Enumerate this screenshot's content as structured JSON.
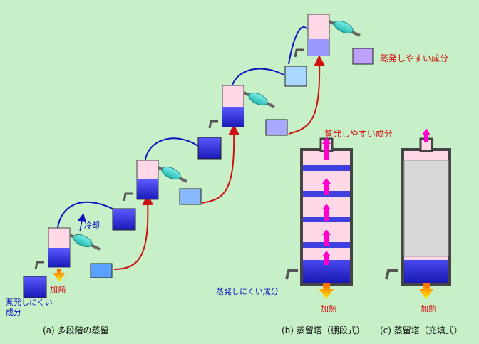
{
  "labels": {
    "volatile": "蒸発しやすい成分",
    "nonvolatile": "蒸発しにくい成分",
    "nonvolatile_line1": "蒸発しにくい",
    "nonvolatile_line2": "成分",
    "cooling": "冷却",
    "heating": "加熱"
  },
  "captions": {
    "a": "(a)  多段階の蒸留",
    "b": "(b)  蒸留塔（棚段式）",
    "c": "(c)  蒸留塔（充填式）"
  },
  "colors": {
    "background": "#c8f0c8",
    "liquid_dark": "#2a2ad8",
    "liquid_light": "#a8a8ff",
    "vapor_arrow": "#ff00cc",
    "liquid_arrow": "#1010c0",
    "feed_line": "#d01010",
    "return_line": "#1010c0",
    "label_red": "#d01010",
    "label_blue": "#1010c0",
    "heat_arrow": "#ff9900"
  },
  "icons": {
    "condenser": "condenser-icon",
    "faucet": "faucet-icon",
    "heat": "heat-arrow-icon",
    "vapor": "vapor-arrow-icon"
  }
}
